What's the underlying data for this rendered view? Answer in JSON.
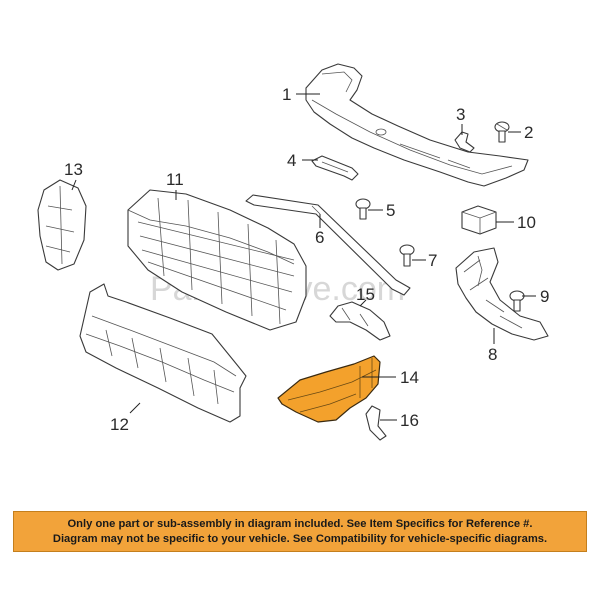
{
  "watermark": "Partomotive.com",
  "callouts": {
    "c1": "1",
    "c2": "2",
    "c3": "3",
    "c4": "4",
    "c5": "5",
    "c6": "6",
    "c7": "7",
    "c8": "8",
    "c9": "9",
    "c10": "10",
    "c11": "11",
    "c12": "12",
    "c13": "13",
    "c14": "14",
    "c15": "15",
    "c16": "16"
  },
  "highlighted_part": "14",
  "colors": {
    "highlight": "#f3a12c",
    "banner": "#f2a33a"
  },
  "banner": {
    "line1": "Only one part or sub-assembly in diagram included. See Item Specifics for Reference #.",
    "line2": "Diagram may not be specific to your vehicle. See Compatibility for vehicle-specific diagrams."
  }
}
